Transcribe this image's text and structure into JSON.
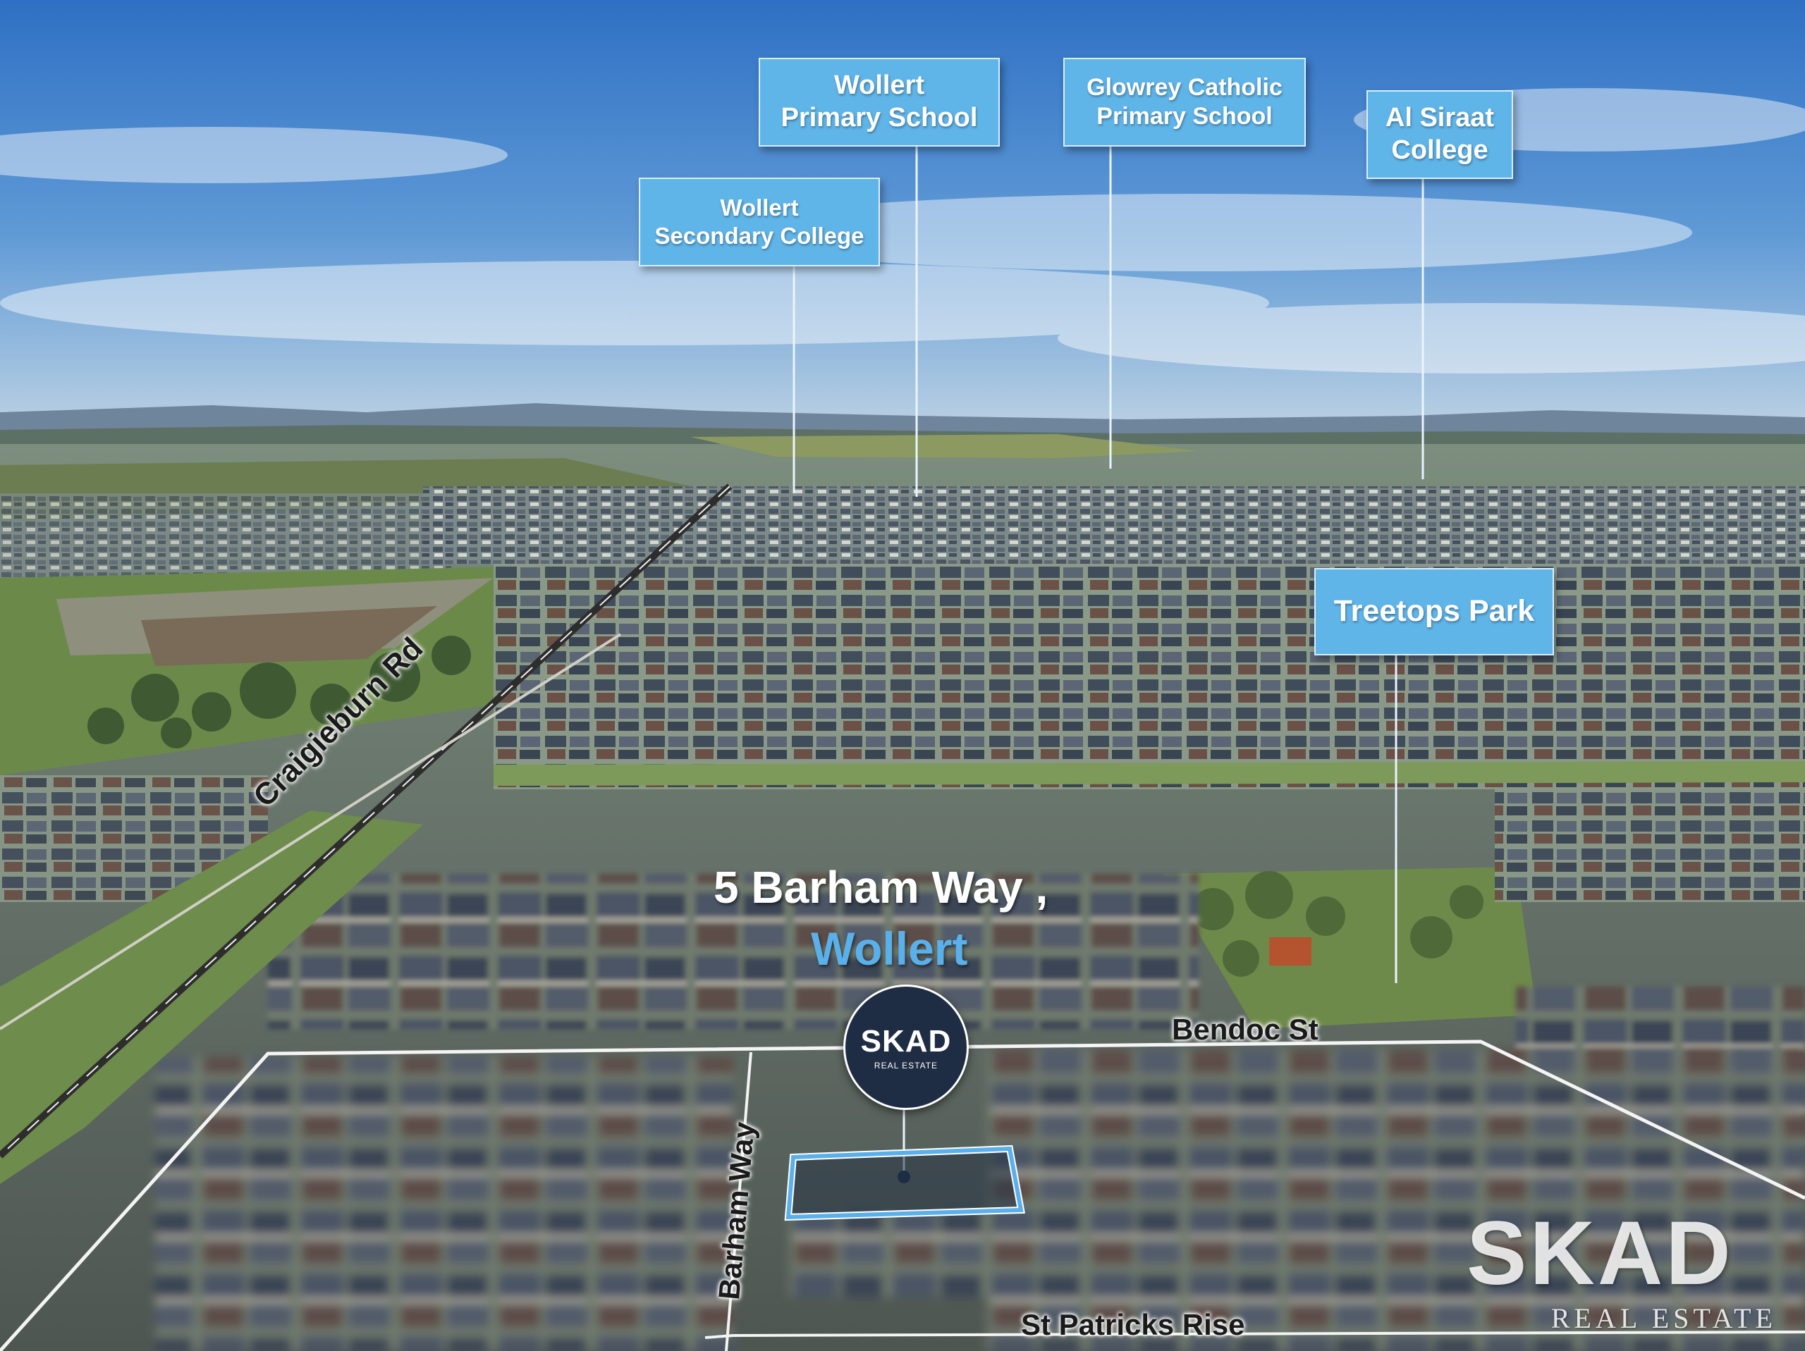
{
  "title": {
    "address": "5 Barham Way ,",
    "suburb": "Wollert"
  },
  "landmarks": [
    {
      "id": "wollert-secondary-college",
      "lines": [
        "Wollert",
        "Secondary College"
      ]
    },
    {
      "id": "wollert-primary-school",
      "lines": [
        "Wollert",
        "Primary School"
      ]
    },
    {
      "id": "glowrey-catholic-primary-school",
      "lines": [
        "Glowrey Catholic",
        "Primary School"
      ]
    },
    {
      "id": "al-siraat-college",
      "lines": [
        "Al Siraat",
        "College"
      ]
    },
    {
      "id": "treetops-park",
      "lines": [
        "Treetops Park"
      ]
    }
  ],
  "streets": {
    "craigieburn_rd": "Craigieburn Rd",
    "bendoc_st": "Bendoc St",
    "barham_way": "Barham Way",
    "st_patricks_rise": "St Patricks Rise"
  },
  "branding": {
    "badge_name": "SKAD",
    "badge_sub": "REAL ESTATE",
    "watermark_name": "SKAD",
    "watermark_sub": "REAL ESTATE"
  },
  "colors": {
    "callout": "#5fb4e8",
    "suburb_text": "#5ab0ea",
    "address_text": "#ffffff",
    "highlight": "#5ab0ea",
    "badge": "#1f2d44"
  }
}
